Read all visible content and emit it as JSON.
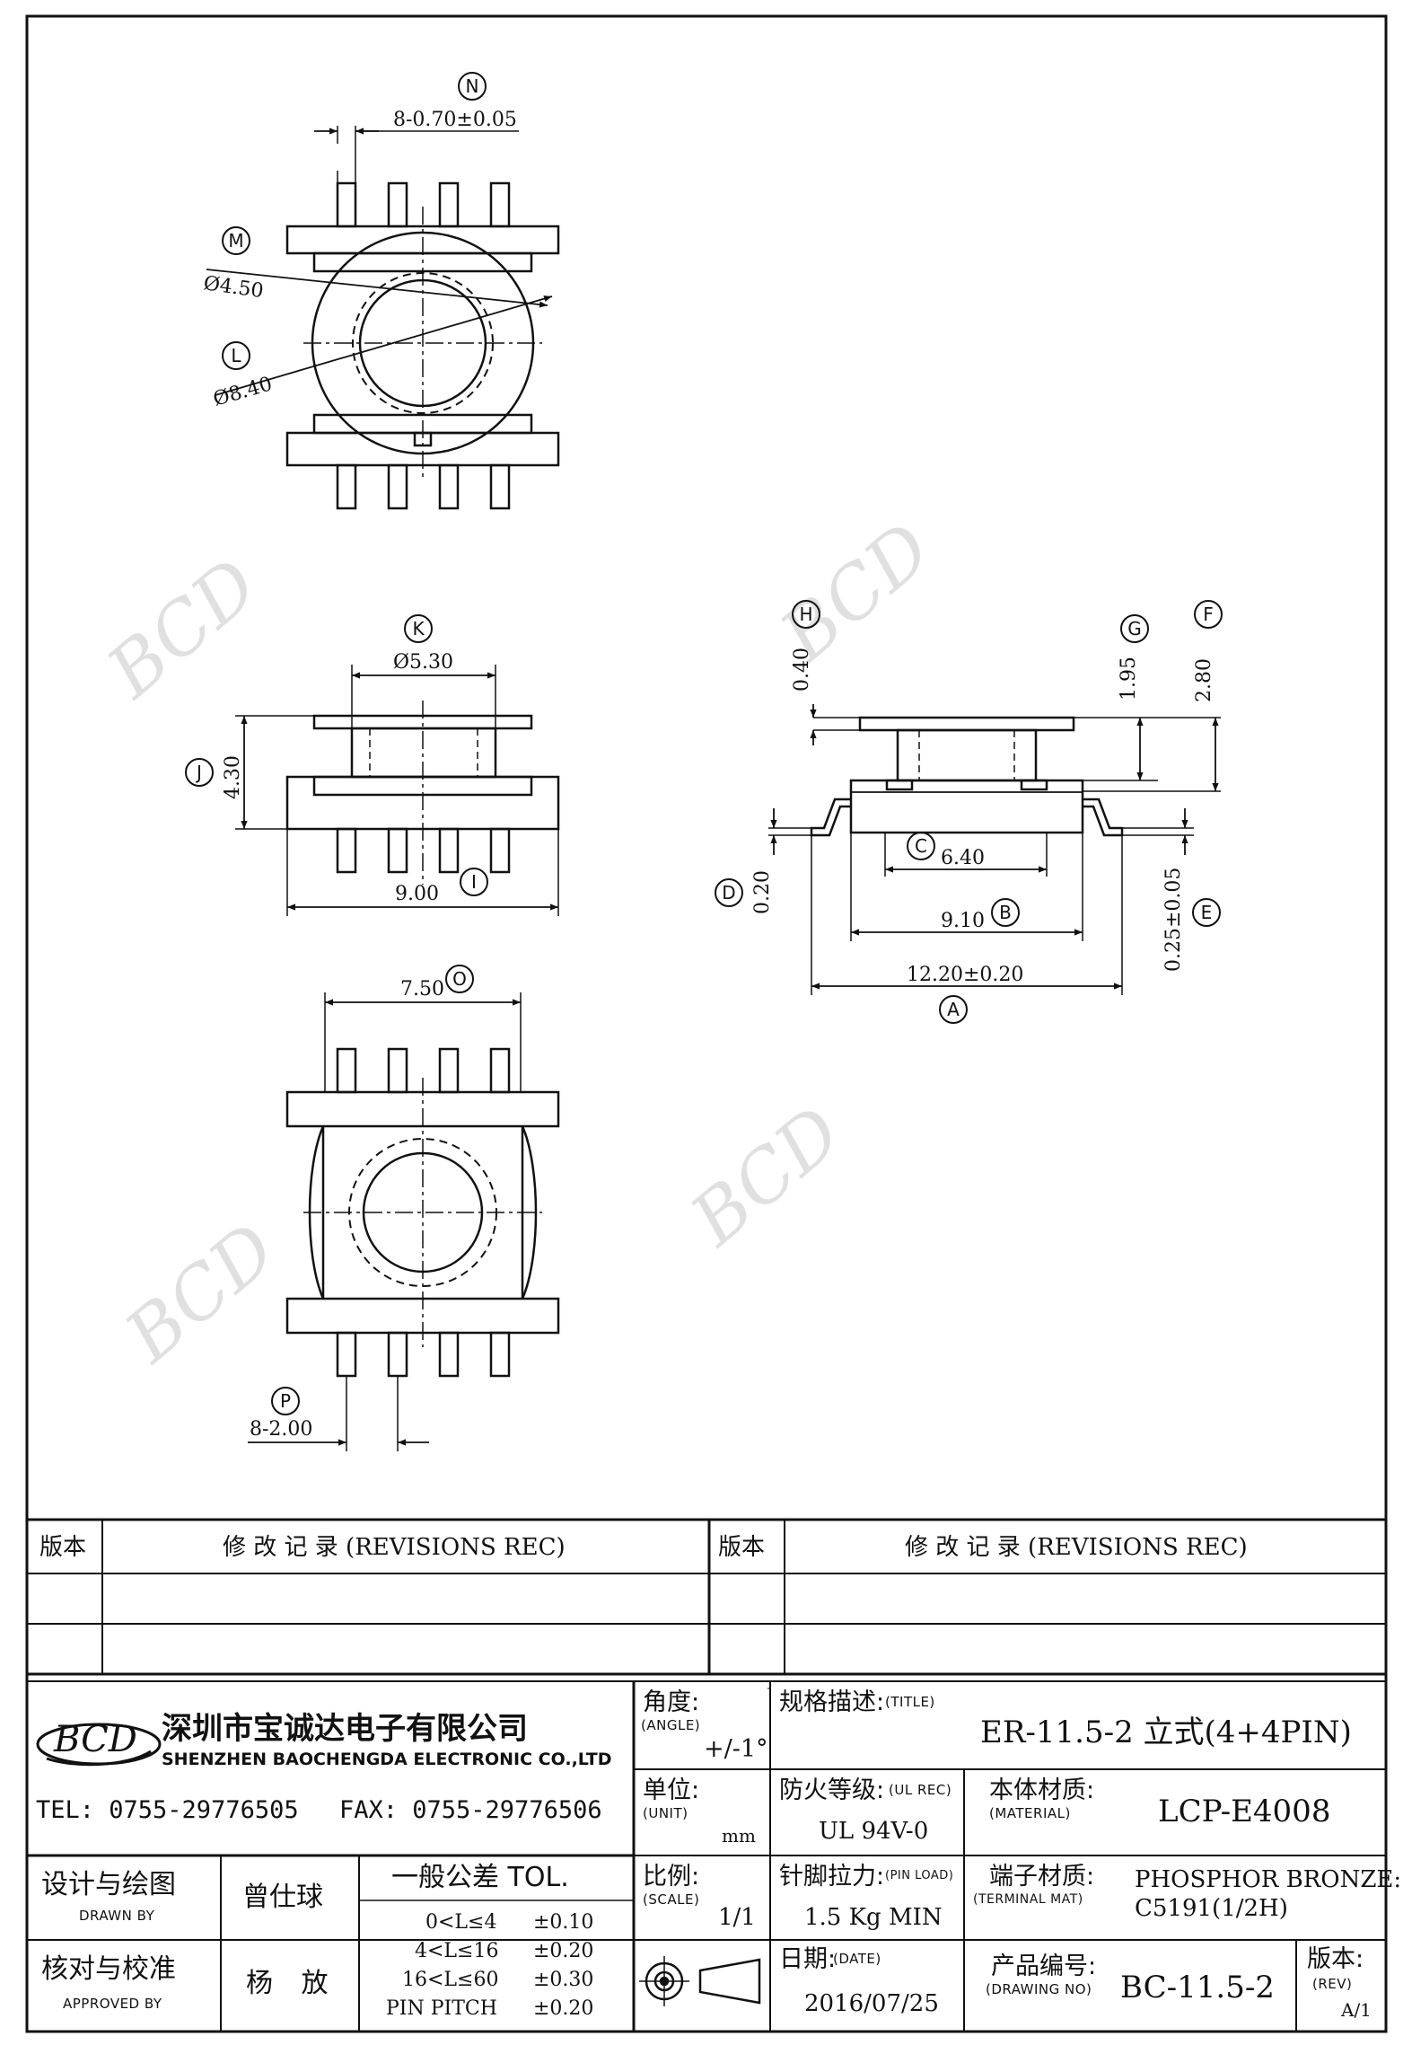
{
  "dimensions": {
    "N": "8-0.70±0.05",
    "M": "Ø4.50",
    "L": "Ø8.40",
    "K": "Ø5.30",
    "J": "4.30",
    "I": "9.00",
    "O": "7.50",
    "P": "8-2.00",
    "H": "0.40",
    "G": "1.95",
    "F": "2.80",
    "D": "0.20",
    "C": "6.40",
    "B": "9.10",
    "A": "12.20±0.20",
    "E": "0.25±0.05"
  },
  "watermark": "BCD",
  "revisions": {
    "col_version": "版本",
    "col_record": "修 改 记 录 (REVISIONS REC)"
  },
  "company": {
    "logo_text": "BCD",
    "name_cn": "深圳市宝诚达电子有限公司",
    "name_en": "SHENZHEN BAOCHENGDA ELECTRONIC CO.,LTD",
    "tel": "TEL: 0755-29776505",
    "fax": "FAX: 0755-29776506"
  },
  "title_block": {
    "angle_label": "角度:",
    "angle_sub": "(ANGLE)",
    "angle_value": "+/-1°",
    "title_label": "规格描述:",
    "title_sub": "(TITLE)",
    "title_value": "ER-11.5-2 立式(4+4PIN)",
    "unit_label": "单位:",
    "unit_sub": "(UNIT)",
    "unit_value": "mm",
    "ul_label": "防火等级:",
    "ul_sub": "(UL REC)",
    "ul_value": "UL 94V-0",
    "material_label": "本体材质:",
    "material_sub": "(MATERIAL)",
    "material_value": "LCP-E4008",
    "scale_label": "比例:",
    "scale_sub": "(SCALE)",
    "scale_value": "1/1",
    "pinload_label": "针脚拉力:",
    "pinload_sub": "(PIN LOAD)",
    "pinload_value": "1.5 Kg MIN",
    "terminal_label": "端子材质:",
    "terminal_sub": "(TERMINAL MAT)",
    "terminal_value_1": "PHOSPHOR BRONZE:",
    "terminal_value_2": "C5191(1/2H)",
    "date_label": "日期:",
    "date_sub": "(DATE)",
    "date_value": "2016/07/25",
    "drawing_label": "产品编号:",
    "drawing_sub": "(DRAWING NO)",
    "drawing_value": "BC-11.5-2",
    "rev_label": "版本:",
    "rev_sub": "(REV)",
    "rev_value": "A/1",
    "drawn_label": "设计与绘图",
    "drawn_sub": "DRAWN BY",
    "drawn_value": "曾仕球",
    "approved_label": "核对与校准",
    "approved_sub": "APPROVED BY",
    "approved_value": "杨 放",
    "tol_header": "一般公差 TOL.",
    "tol_rows": [
      {
        "range": "0<L≤4",
        "value": "±0.10"
      },
      {
        "range": "4<L≤16",
        "value": "±0.20"
      },
      {
        "range": "16<L≤60",
        "value": "±0.30"
      },
      {
        "range": "PIN PITCH",
        "value": "±0.20"
      }
    ]
  }
}
